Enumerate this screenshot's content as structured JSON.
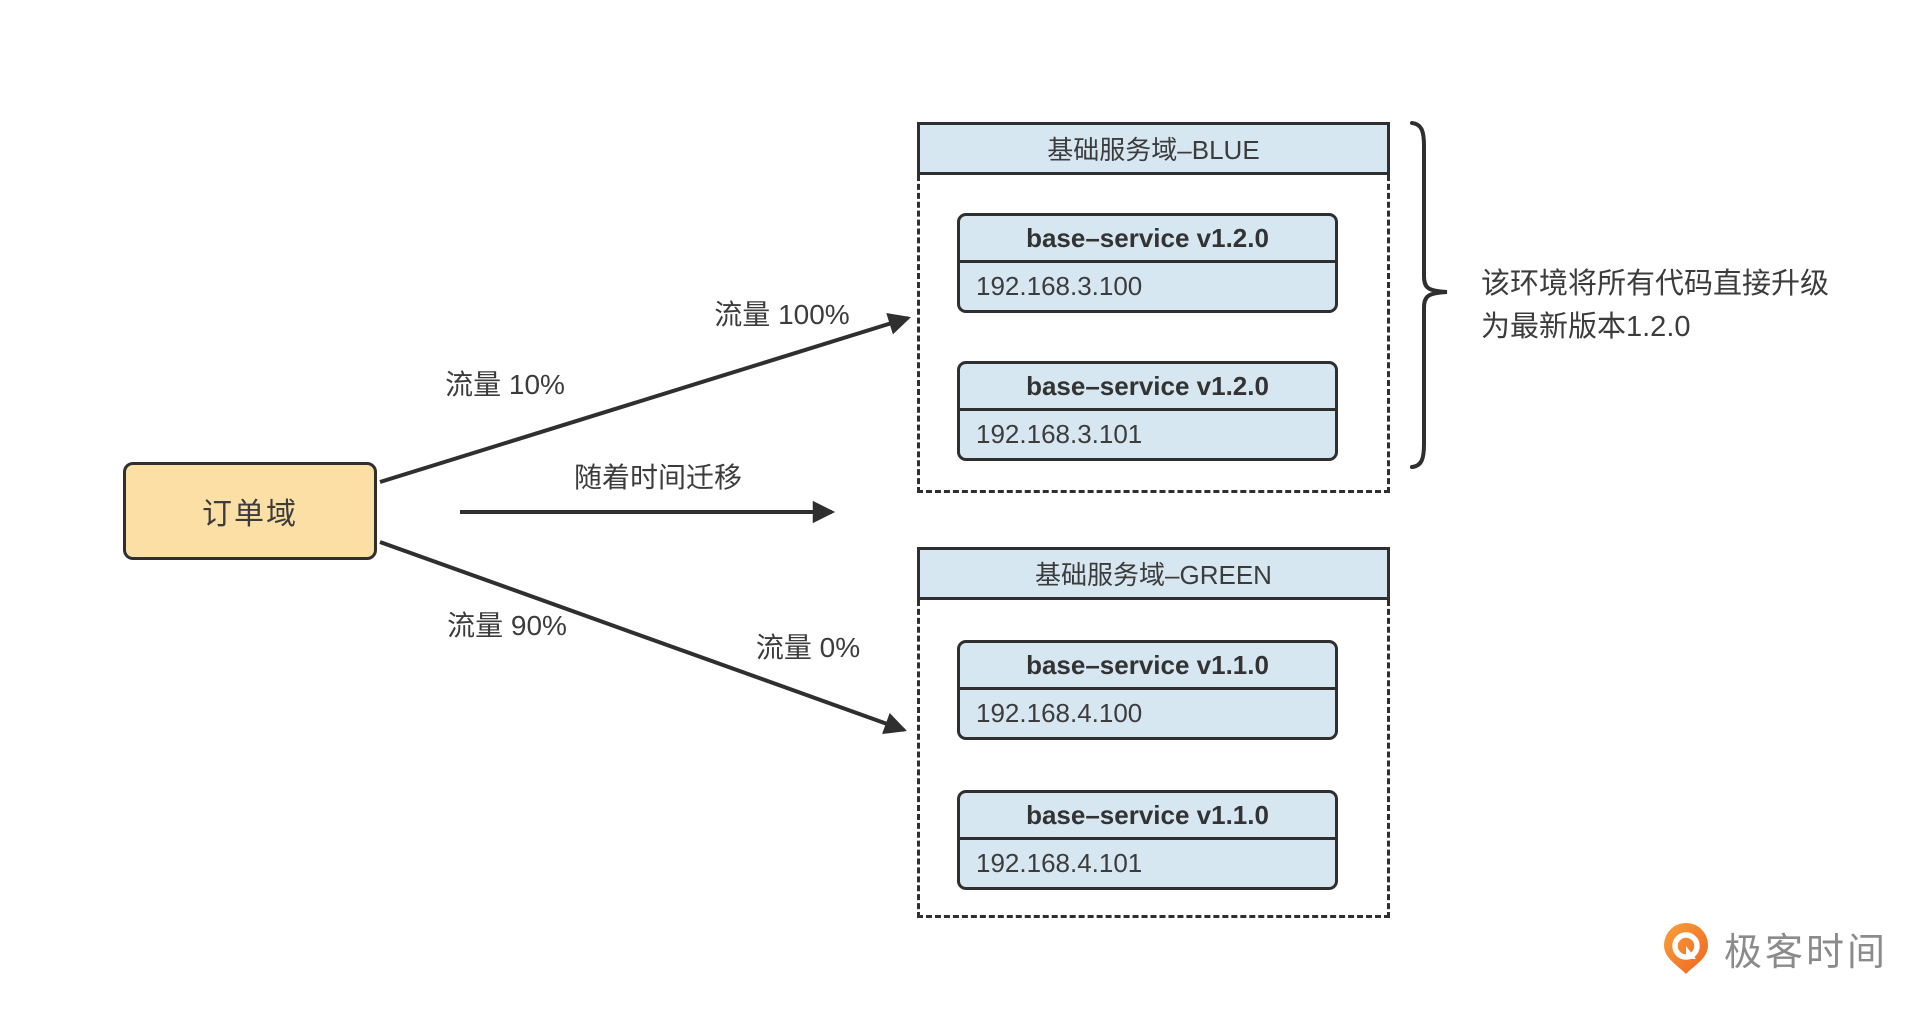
{
  "nodes": {
    "order": {
      "label": "订单域"
    }
  },
  "edge_labels": {
    "traffic_100": "流量 100%",
    "traffic_10": "流量 10%",
    "time_shift": "随着时间迁移",
    "traffic_90": "流量 90%",
    "traffic_0": "流量 0%"
  },
  "groups": [
    {
      "id": "blue",
      "title": "基础服务域–BLUE",
      "services": [
        {
          "name": "base–service v1.2.0",
          "ip": "192.168.3.100"
        },
        {
          "name": "base–service v1.2.0",
          "ip": "192.168.3.101"
        }
      ]
    },
    {
      "id": "green",
      "title": "基础服务域–GREEN",
      "services": [
        {
          "name": "base–service v1.1.0",
          "ip": "192.168.4.100"
        },
        {
          "name": "base–service v1.1.0",
          "ip": "192.168.4.101"
        }
      ]
    }
  ],
  "annotation": {
    "line1": "该环境将所有代码直接升级",
    "line2": "为最新版本1.2.0"
  },
  "logo": {
    "brand": "极客时间"
  },
  "colors": {
    "box_fill_blue": "#d7e7f2",
    "node_fill_orange": "#fbdfa4",
    "stroke": "#2f2f2f",
    "text": "#3c3c3c",
    "logo_orange_start": "#f9a13c",
    "logo_orange_end": "#ee6420",
    "logo_text": "#8b8b8b"
  }
}
